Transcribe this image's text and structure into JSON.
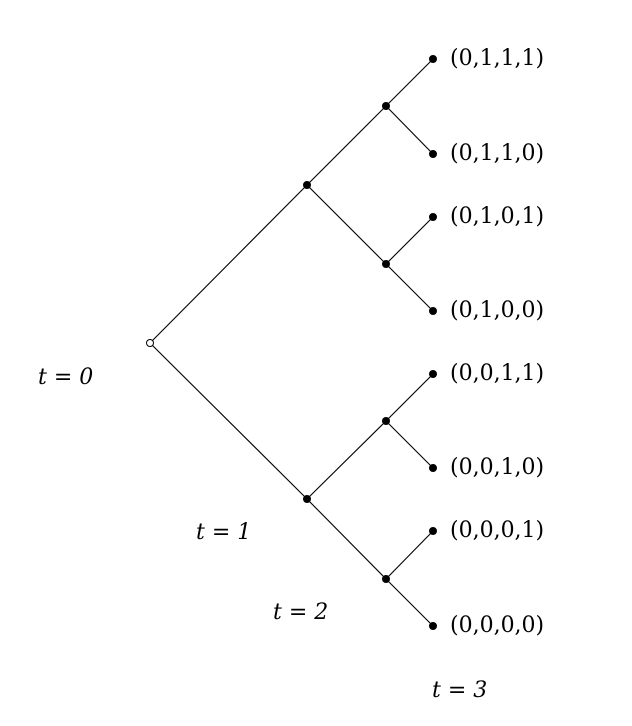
{
  "tree": {
    "leaves": [
      "(0,1,1,1)",
      "(0,1,1,0)",
      "(0,1,0,1)",
      "(0,1,0,0)",
      "(0,0,1,1)",
      "(0,0,1,0)",
      "(0,0,0,1)",
      "(0,0,0,0)"
    ],
    "time_labels": [
      "t = 0",
      "t = 1",
      "t = 2",
      "t = 3"
    ]
  }
}
